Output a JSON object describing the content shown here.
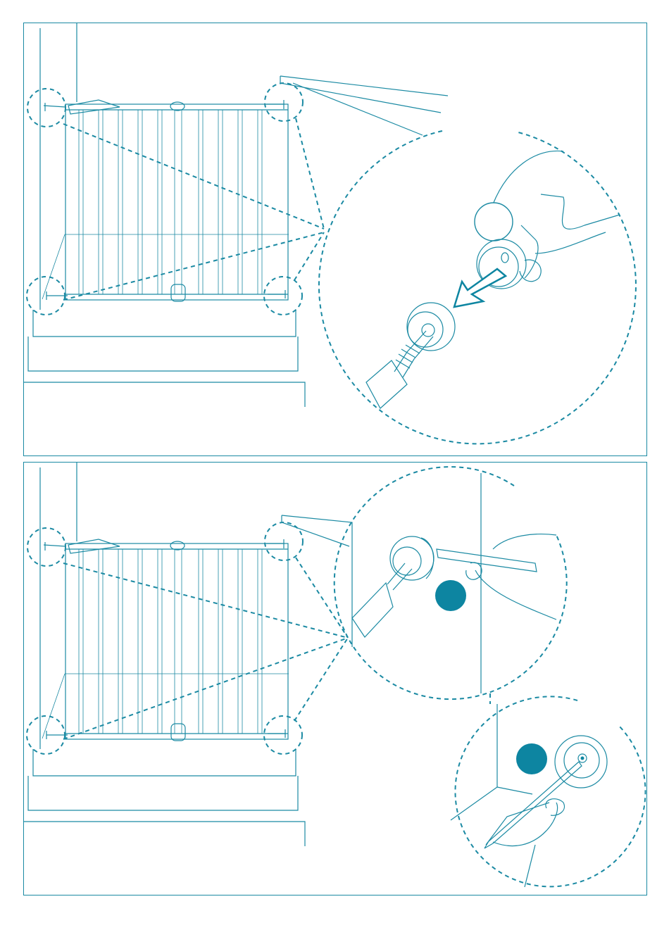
{
  "colors": {
    "accent": "#0d85a1",
    "line": "#1b8aa3",
    "background": "#ffffff"
  },
  "steps": [
    {
      "id": "step-1",
      "badge_icon": "step-number-circle",
      "detail_icons": [
        "hand-pull-icon",
        "arrow-out-icon",
        "wall-cup-icon",
        "threaded-spindle-icon",
        "inner-circle-marker"
      ]
    },
    {
      "id": "step-2",
      "badge_icon": "step-number-circle",
      "detail_icons": [
        "wall-cup-icon",
        "pen-marker-icon",
        "hand-marking-icon",
        "detail-marker-a",
        "detail-marker-b"
      ]
    }
  ]
}
